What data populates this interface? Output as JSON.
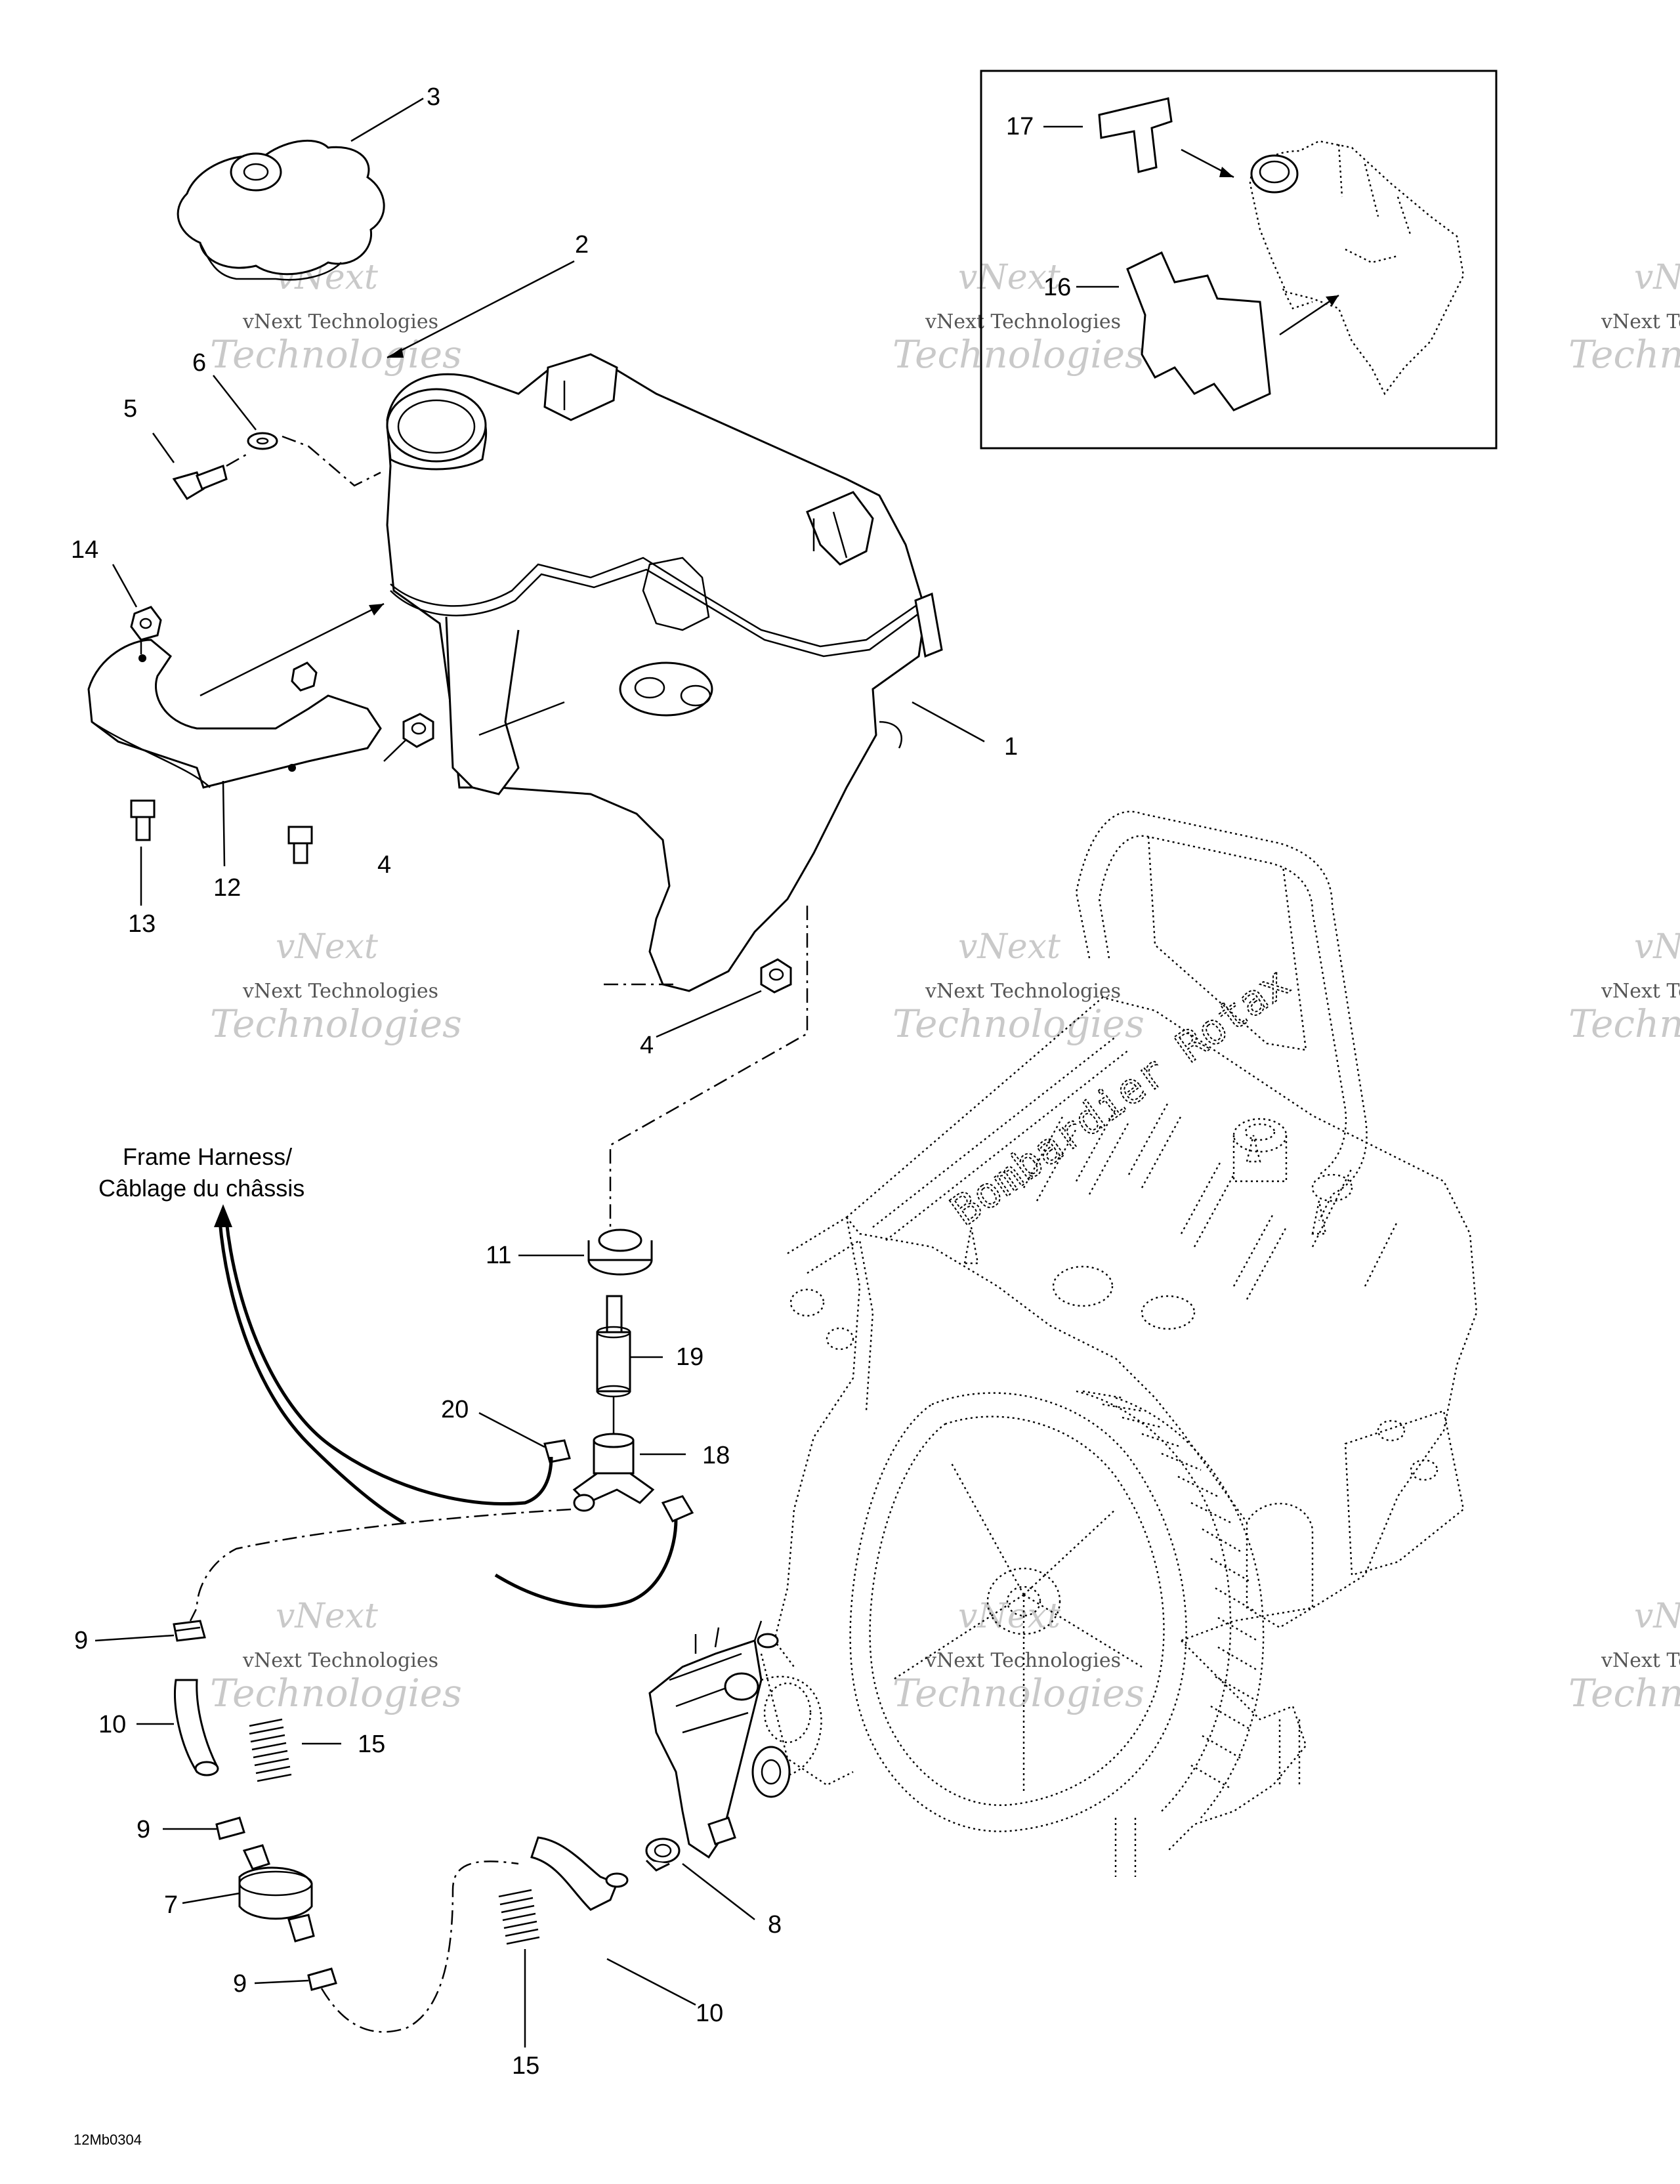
{
  "callouts": [
    {
      "id": "c1",
      "label": "1"
    },
    {
      "id": "c2",
      "label": "2"
    },
    {
      "id": "c3",
      "label": "3"
    },
    {
      "id": "c4a",
      "label": "4"
    },
    {
      "id": "c4b",
      "label": "4"
    },
    {
      "id": "c5",
      "label": "5"
    },
    {
      "id": "c6",
      "label": "6"
    },
    {
      "id": "c7",
      "label": "7"
    },
    {
      "id": "c8",
      "label": "8"
    },
    {
      "id": "c9a",
      "label": "9"
    },
    {
      "id": "c9b",
      "label": "9"
    },
    {
      "id": "c9c",
      "label": "9"
    },
    {
      "id": "c10a",
      "label": "10"
    },
    {
      "id": "c10b",
      "label": "10"
    },
    {
      "id": "c11",
      "label": "11"
    },
    {
      "id": "c12",
      "label": "12"
    },
    {
      "id": "c13",
      "label": "13"
    },
    {
      "id": "c14",
      "label": "14"
    },
    {
      "id": "c15a",
      "label": "15"
    },
    {
      "id": "c15b",
      "label": "15"
    },
    {
      "id": "c16",
      "label": "16"
    },
    {
      "id": "c17",
      "label": "17"
    },
    {
      "id": "c18",
      "label": "18"
    },
    {
      "id": "c19",
      "label": "19"
    },
    {
      "id": "c20",
      "label": "20"
    }
  ],
  "harness_label": {
    "line1": "Frame Harness/",
    "line2": "Câblage du châssis"
  },
  "engine_logo_text": "Bombardier Rotax",
  "watermark": {
    "line1": "vNext",
    "line2": "vNext Technologies",
    "line3": "Technologies"
  },
  "drawing_number": "12Mb0304"
}
